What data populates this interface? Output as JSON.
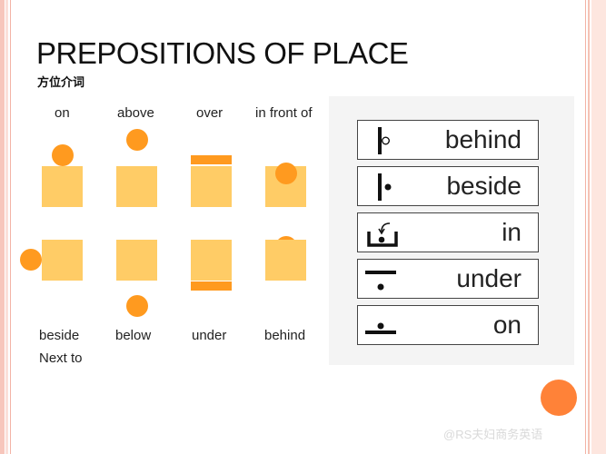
{
  "title": "PREPOSITIONS OF PLACE",
  "subtitle": "方位介词",
  "diagram_labels": {
    "on": "on",
    "above": "above",
    "over": "over",
    "in_front_of": "in front of",
    "beside": "beside",
    "next_to": "Next to",
    "below": "below",
    "under": "under",
    "behind": "behind"
  },
  "word_rows": [
    {
      "word": "behind",
      "icon": "behind-icon"
    },
    {
      "word": "beside",
      "icon": "beside-icon"
    },
    {
      "word": "in",
      "icon": "in-icon"
    },
    {
      "word": "under",
      "icon": "under-icon"
    },
    {
      "word": "on",
      "icon": "on-icon"
    }
  ],
  "watermark": "@RS夫妇商务英语",
  "colors": {
    "square": "#ffcc66",
    "dot": "#ff9a1f",
    "accent_circle": "#ff8238",
    "stripe": "#f7c6bc"
  }
}
